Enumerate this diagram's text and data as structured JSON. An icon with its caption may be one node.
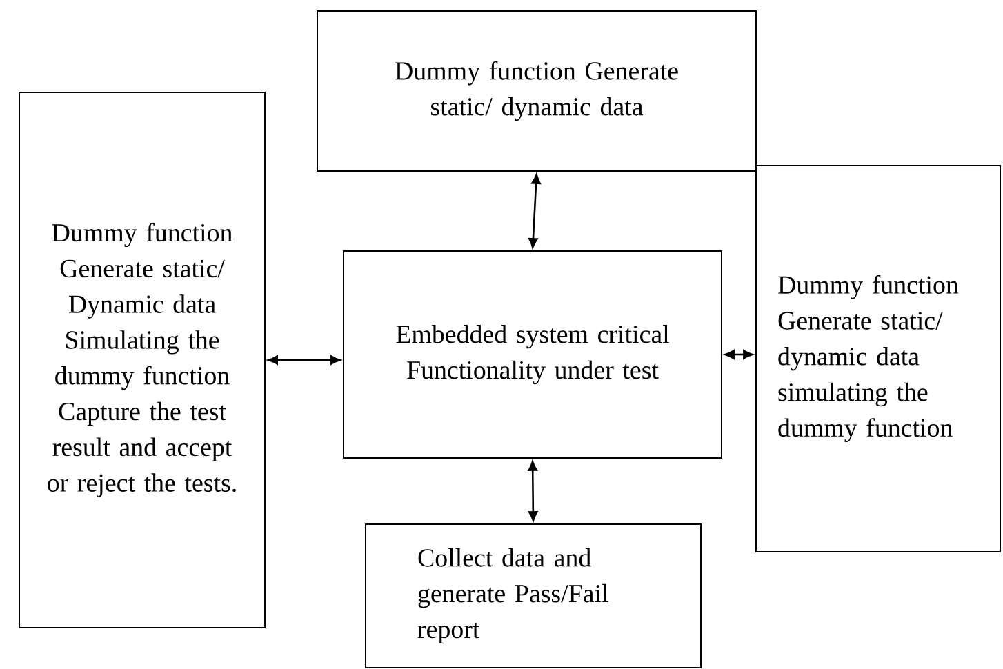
{
  "diagram": {
    "nodes": [
      {
        "text": [
          "Dummy function Generate static/ dynamic data"
        ]
      },
      {
        "text": [
          "Dummy function Generate static/ Dynamic data Simulating the dummy function Capture the test result and accept or reject the tests."
        ]
      },
      {
        "text": [
          "Embedded system critical Functionality under test"
        ]
      },
      {
        "text": [
          "Dummy function Generate static/ dynamic data simulating the dummy function"
        ]
      },
      {
        "text": [
          "Collect data and generate Pass/Fail report"
        ]
      }
    ],
    "edges": [
      {
        "from": 1,
        "to": 2,
        "arrow": "both"
      },
      {
        "from": 0,
        "to": 2,
        "arrow": "both"
      },
      {
        "from": 2,
        "to": 3,
        "arrow": "both"
      },
      {
        "from": 2,
        "to": 4,
        "arrow": "both"
      }
    ]
  }
}
